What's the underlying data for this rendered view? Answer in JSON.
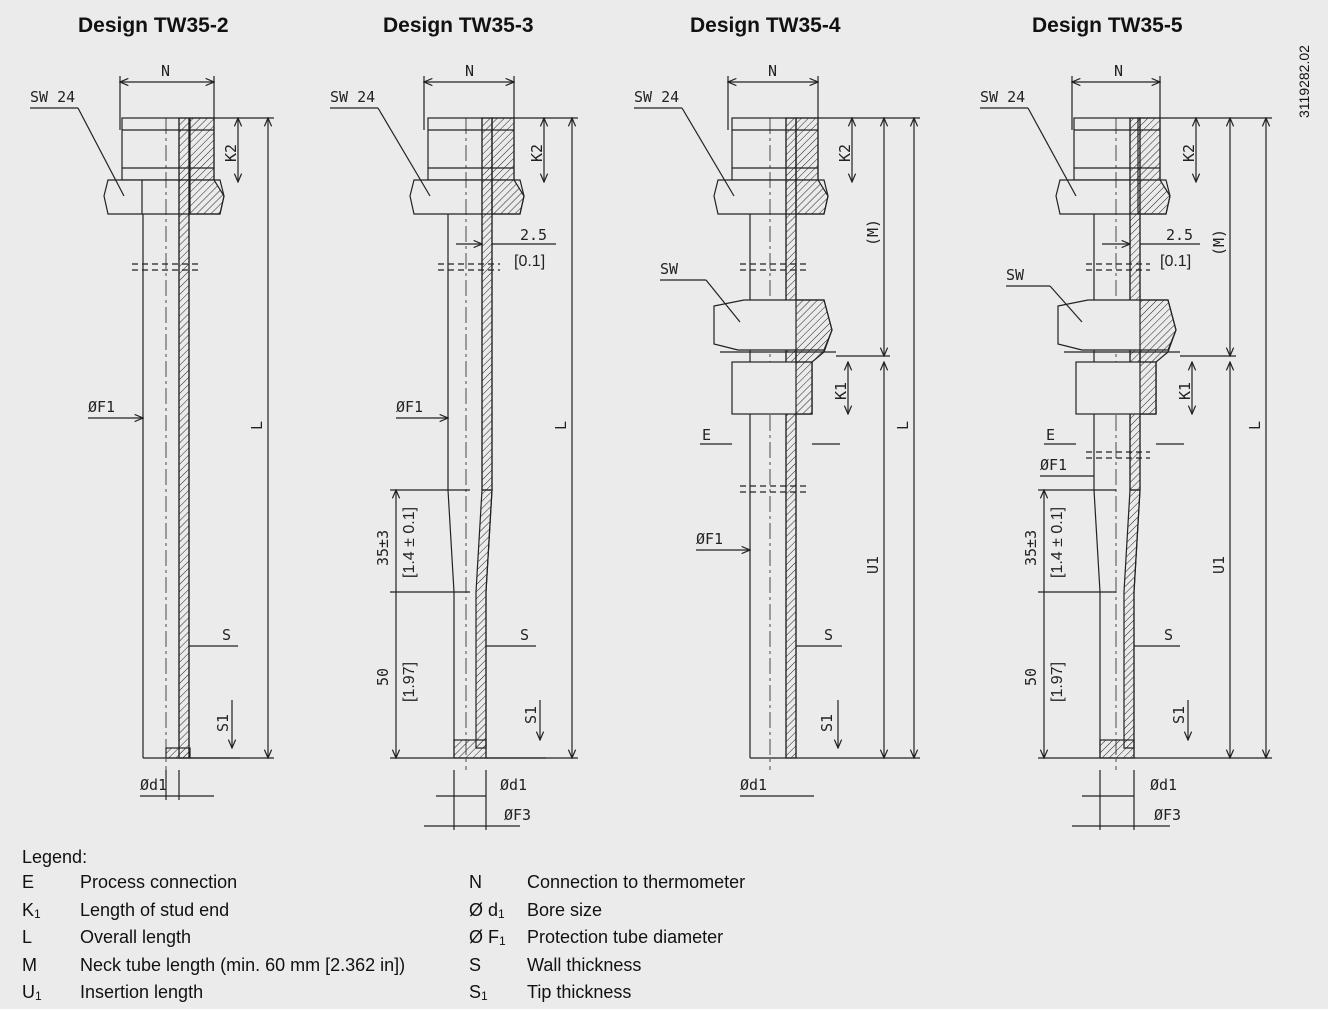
{
  "doc_number": "3119282.02",
  "designs": [
    {
      "title": "Design TW35-2"
    },
    {
      "title": "Design TW35-3"
    },
    {
      "title": "Design TW35-4"
    },
    {
      "title": "Design TW35-5"
    }
  ],
  "dims": {
    "N": "N",
    "SW24": "SW 24",
    "SW": "SW",
    "K2": "K2",
    "K1": "K1",
    "L": "L",
    "U1": "U1",
    "M": "(M)",
    "E": "E",
    "F1": "ØF1",
    "F3": "ØF3",
    "d1": "Ød1",
    "S": "S",
    "S1": "S1",
    "wall_mm": "2.5",
    "wall_in": "[0.1]",
    "taper_mm": "35±3",
    "taper_in": "[1.4 ± 0.1]",
    "tip_mm": "50",
    "tip_in": "[1.97]"
  },
  "legend": {
    "title": "Legend:",
    "left": [
      {
        "sym": "E",
        "sub": "",
        "text": "Process connection"
      },
      {
        "sym": "K",
        "sub": "1",
        "text": "Length of stud end"
      },
      {
        "sym": "L",
        "sub": "",
        "text": "Overall length"
      },
      {
        "sym": "M",
        "sub": "",
        "text": "Neck tube length (min. 60 mm [2.362 in])"
      },
      {
        "sym": "U",
        "sub": "1",
        "text": "Insertion length"
      }
    ],
    "right": [
      {
        "sym": "N",
        "sub": "",
        "text": "Connection to thermometer"
      },
      {
        "sym": "Ø d",
        "sub": "1",
        "text": "Bore size"
      },
      {
        "sym": "Ø F",
        "sub": "1",
        "text": "Protection tube diameter"
      },
      {
        "sym": "S",
        "sub": "",
        "text": "Wall thickness"
      },
      {
        "sym": "S",
        "sub": "1",
        "text": "Tip thickness"
      }
    ]
  }
}
